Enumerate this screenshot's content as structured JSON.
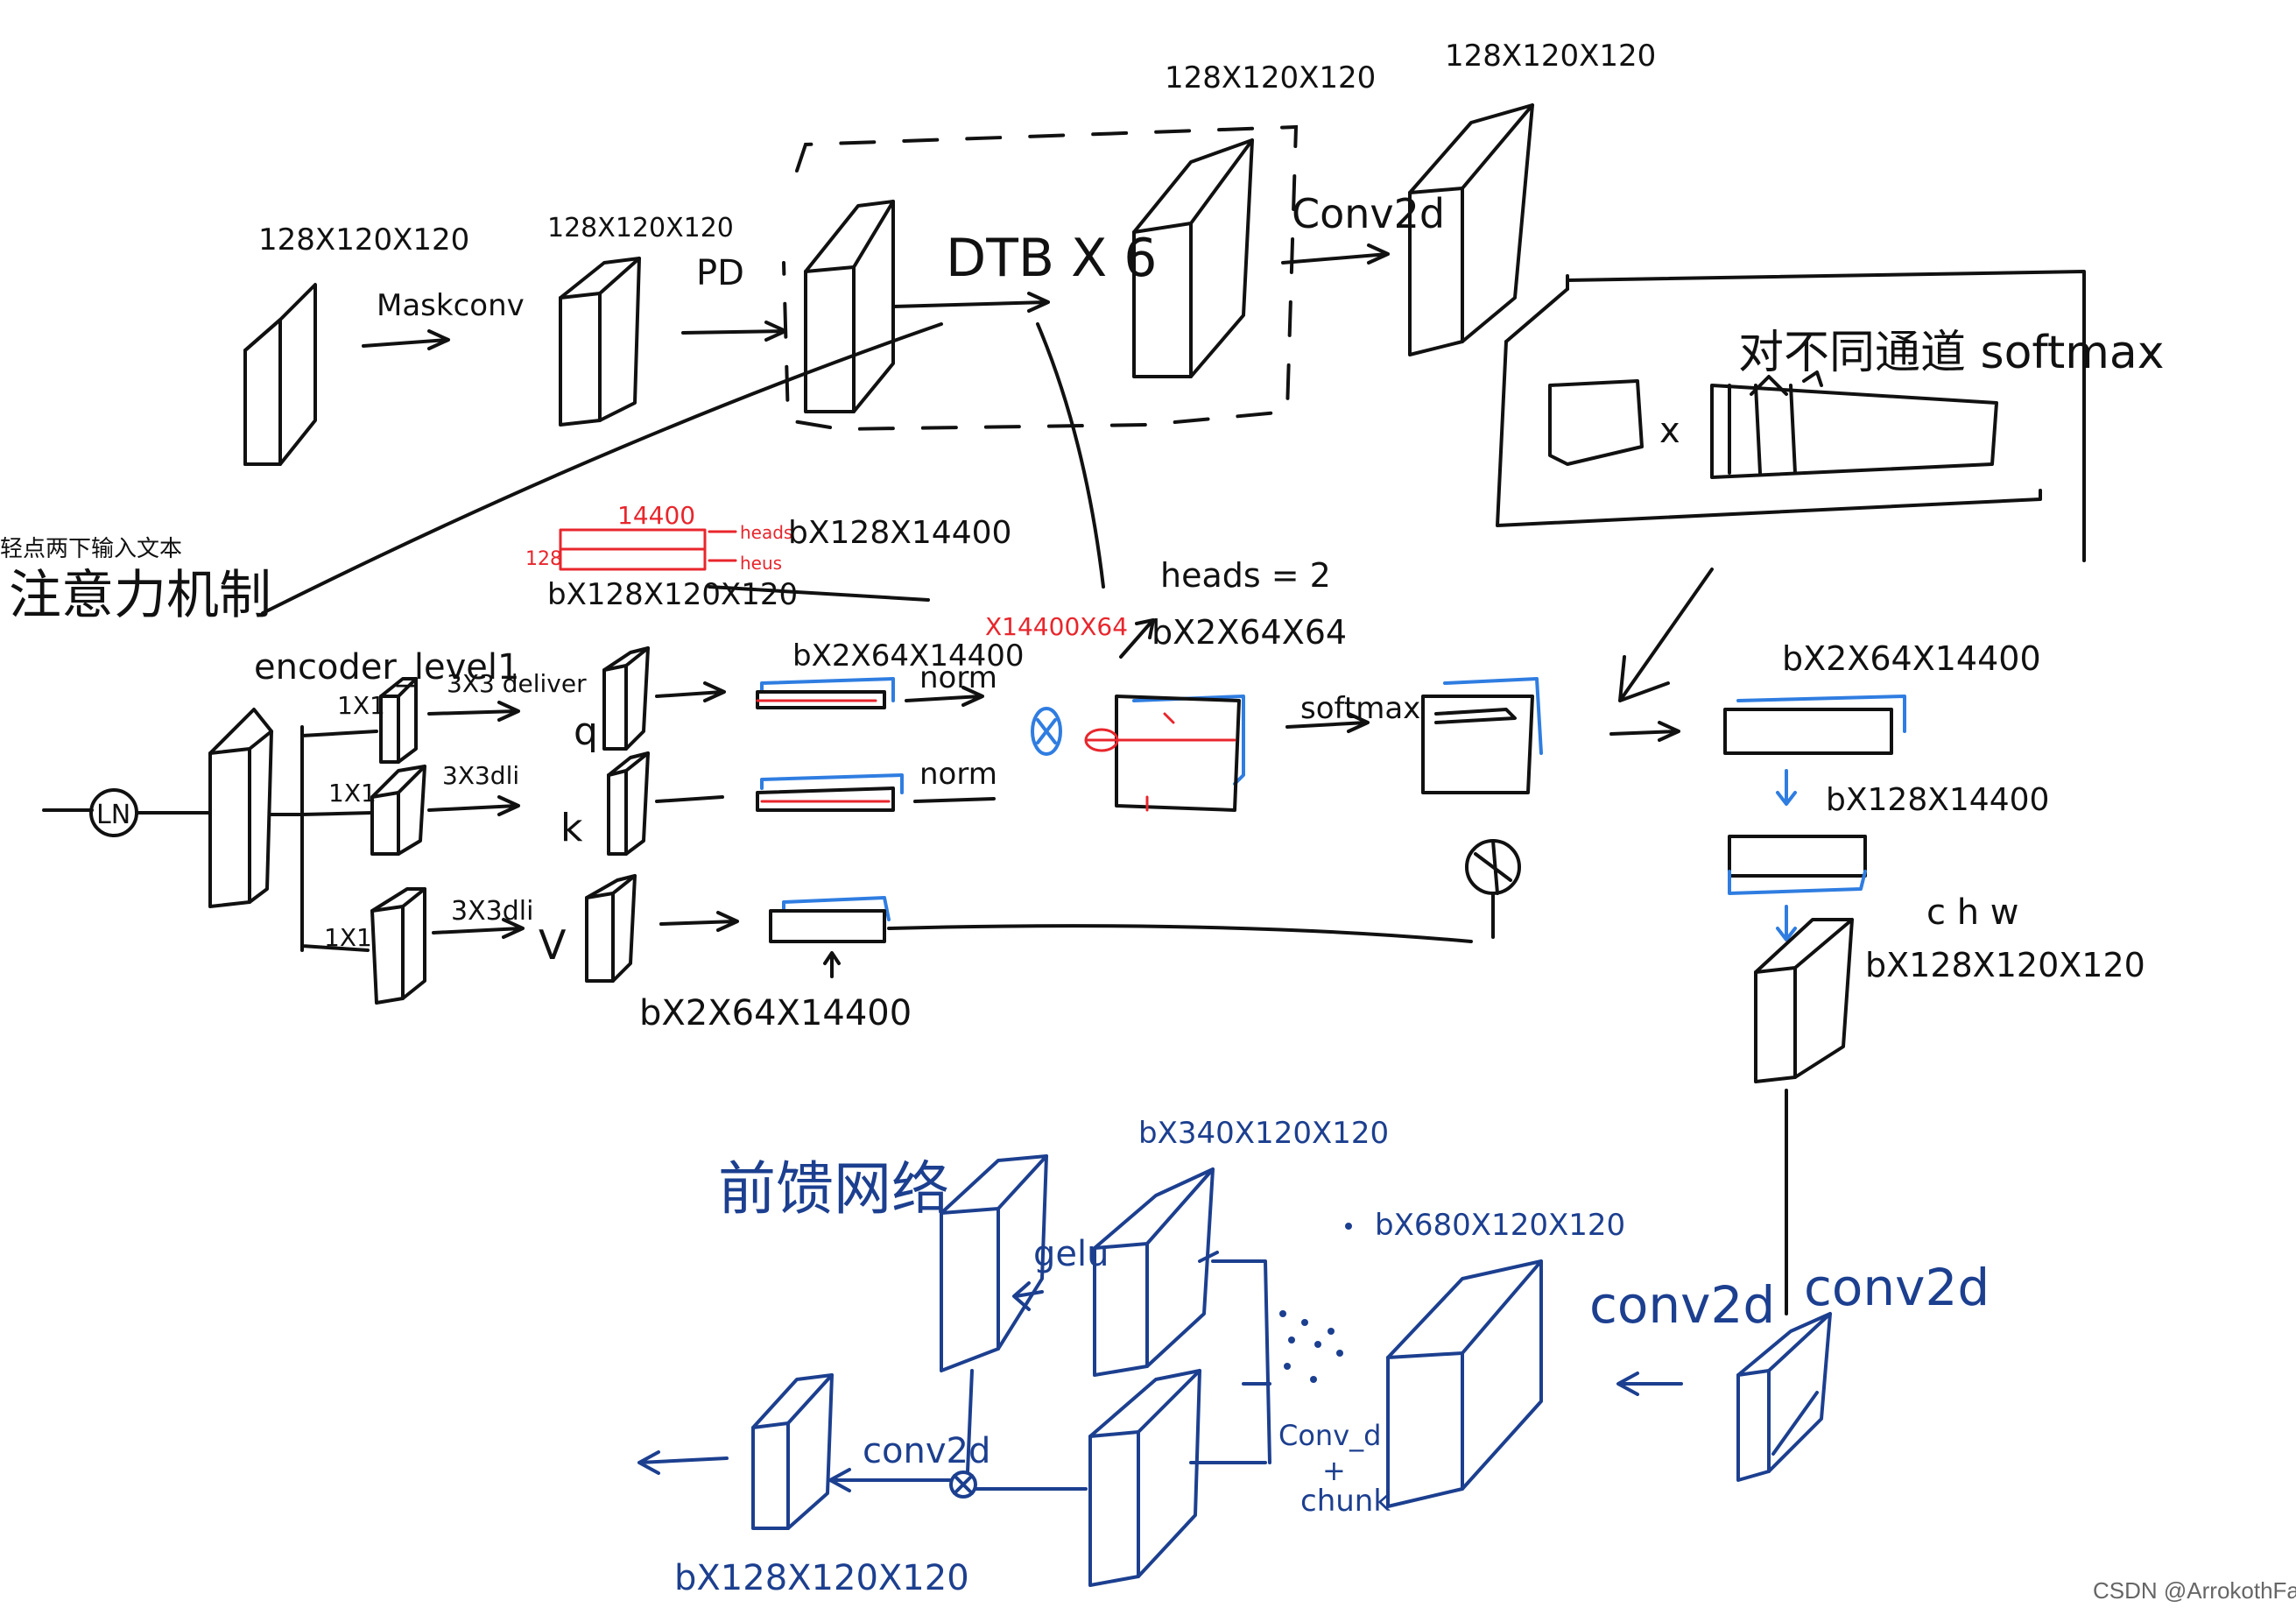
{
  "labels": {
    "top_dim_1": "128X120X120",
    "top_dim_2": "128X120X120",
    "top_dim_3": "128X120X120",
    "top_dim_4": "128X120X120",
    "maskconv": "Maskconv",
    "pd": "PD",
    "dtb": "DTB X 6",
    "conv2d_top": "Conv2d",
    "softmax_note": "对不同通道 softmax",
    "times": "x",
    "hint": "轻点两下输入文本",
    "attention": "注意力机制",
    "encoder": "encoder_level1",
    "ln": "LN",
    "conv1x1_a": "1X1",
    "conv1x1_b": "1X1",
    "conv1x1_c": "1X1",
    "dw_a": "3X3 deliver",
    "dw_b": "3X3dli",
    "dw_c": "3X3dli",
    "q": "q",
    "k": "k",
    "v": "V",
    "red_14400": "14400",
    "red_heads": "heads",
    "red_heus": "heus",
    "red_128": "128",
    "dim_b128_14400": "bX128X14400",
    "dim_b128_120_120": "bX128X120X120",
    "dim_b2_64_14400_q": "bX2X64X14400",
    "red_14400x64": "X14400X64",
    "norm_q": "norm",
    "norm_k": "norm",
    "heads": "heads = 2",
    "dim_b2_64_64": "bX2X64X64",
    "softmax": "softmax",
    "dim_b2_64_14400_v": "bX2X64X14400",
    "dim_b2_64_14400_r": "bX2X64X14400",
    "dim_b128_14400_r": "bX128X14400",
    "chw": "c   h   w",
    "dim_b128_120_120_r": "bX128X120X120",
    "ffn_title": "前馈网络",
    "dim_b340": "bX340X120X120",
    "gelu": "gelu",
    "dim_b680": "bX680X120X120",
    "conv2d_r1": "conv2d",
    "conv2d_r2": "conv2d",
    "conv2d_chunk_1": "Conv_d",
    "plus": "+",
    "chunk": "chunk",
    "conv2d_out": "conv2d",
    "dim_out": "bX128X120X120",
    "watermark": "CSDN @ArrokothFaraway"
  },
  "colors": {
    "ink": "#111111",
    "ffn_blue": "#1c3f8f",
    "highlight_blue": "#2f7de1",
    "annotation_red": "#e8262c"
  }
}
